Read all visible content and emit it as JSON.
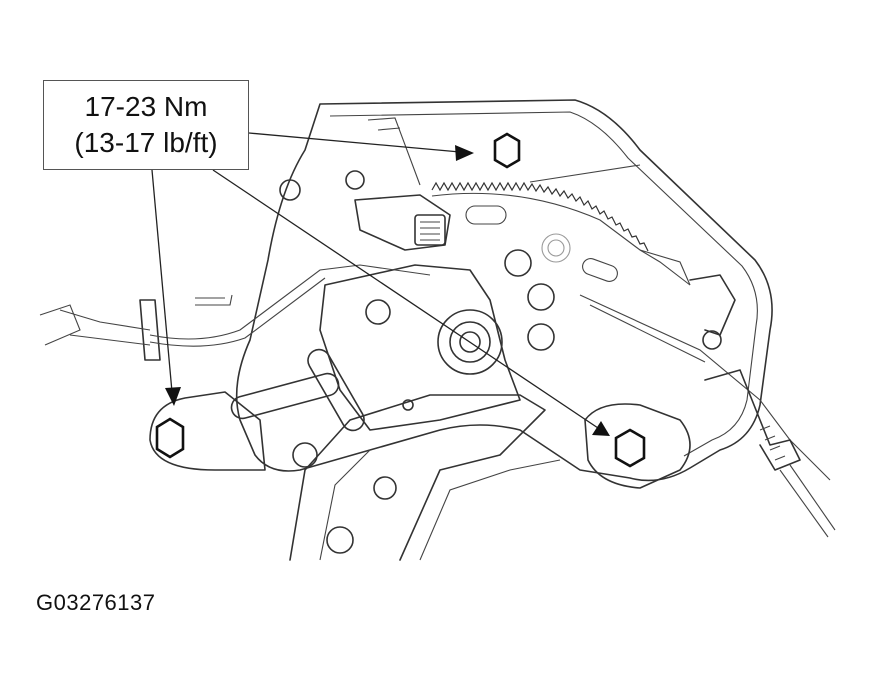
{
  "callout": {
    "torque_nm": "17-23 Nm",
    "torque_lbft": "(13-17 lb/ft)"
  },
  "figure_id": "G03276137"
}
